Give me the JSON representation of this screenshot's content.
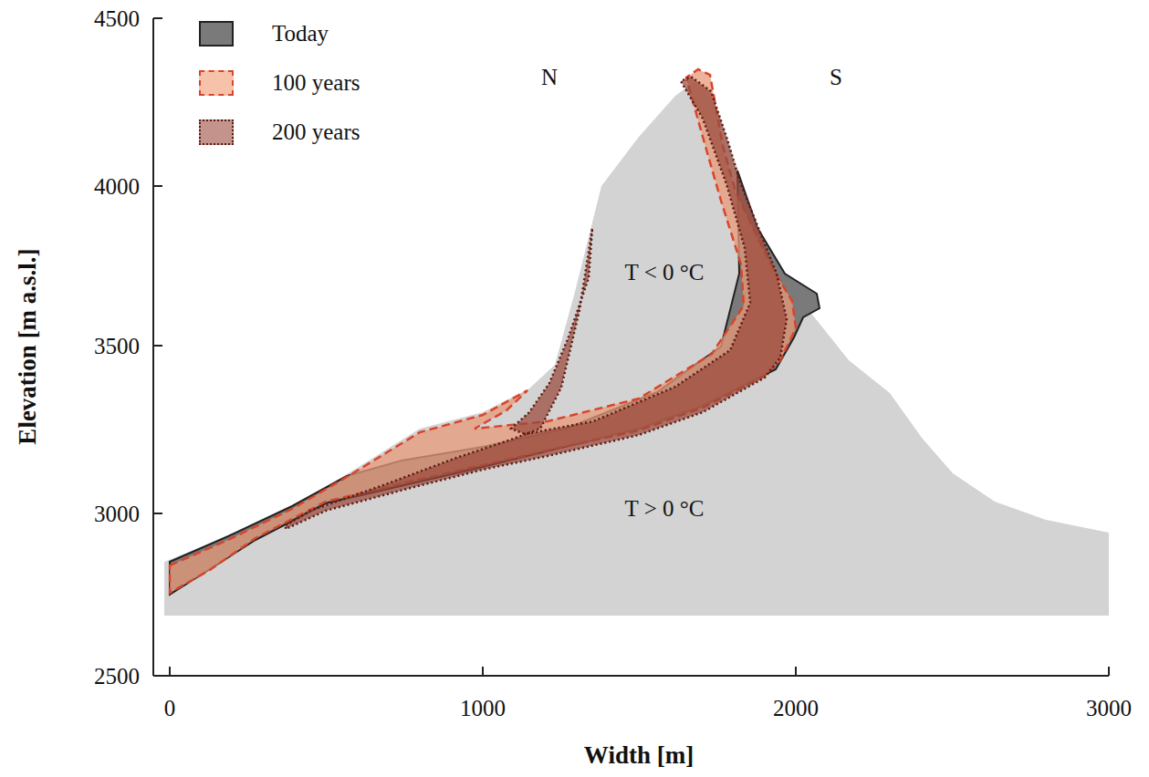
{
  "diagram": {
    "labels": [
      "4500",
      "4000",
      "3500",
      "3000",
      "2500",
      "0",
      "1000",
      "2000",
      "3000",
      "Elevation [m a.s.l.]",
      "Width [m]",
      "N",
      "S",
      "T < 0 °C",
      "T > 0 °C"
    ],
    "legend": [
      {
        "text": "Today",
        "color": "#7a7a7a"
      },
      {
        "text": "100 years",
        "color": "#f6c2aa"
      },
      {
        "text": "200 years",
        "color": "#c4938c"
      }
    ]
  }
}
